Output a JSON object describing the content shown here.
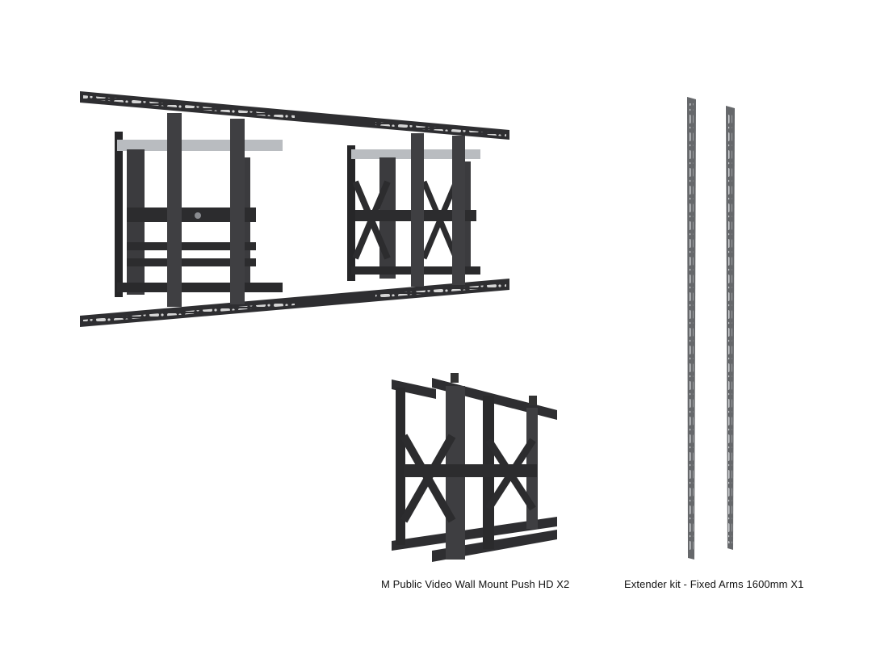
{
  "products": [
    {
      "name": "video-wall-mount-assembly",
      "caption": ""
    },
    {
      "name": "push-mount",
      "caption": "M Public Video Wall Mount Push HD X2"
    },
    {
      "name": "extender-arms",
      "caption": "Extender kit - Fixed Arms 1600mm X1"
    }
  ],
  "colors": {
    "background": "#ffffff",
    "metal_dark": "#2b2b2d",
    "metal_mid": "#4a4a4e",
    "metal_light": "#b9bcc0",
    "arm_gray": "#6b6d70",
    "caption_text": "#111111"
  }
}
